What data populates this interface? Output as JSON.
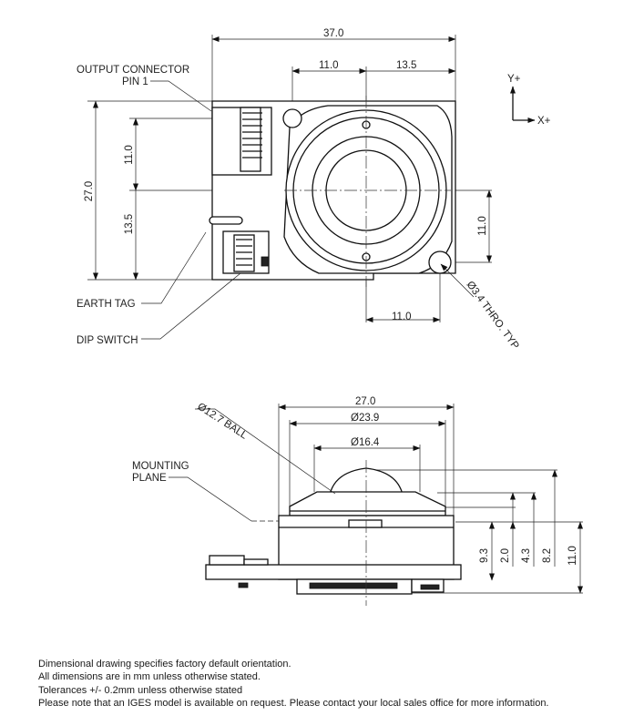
{
  "top_view": {
    "dims": {
      "overall_width": "37.0",
      "left_to_center": "11.0",
      "center_to_right": "13.5",
      "overall_height": "27.0",
      "top_to_center": "11.0",
      "center_to_bottom": "13.5",
      "hole_to_center_v": "11.0",
      "hole_to_center_h": "11.0"
    },
    "labels": {
      "output_connector_line1": "OUTPUT CONNECTOR",
      "output_connector_line2": "PIN 1",
      "earth_tag": "EARTH TAG",
      "dip_switch": "DIP SWITCH",
      "hole_callout": "Ø3.4 THRO. TYP"
    },
    "axes": {
      "y": "Y+",
      "x": "X+"
    }
  },
  "side_view": {
    "dims": {
      "width": "27.0",
      "bezel_dia": "Ø23.9",
      "opening_dia": "Ø16.4",
      "h1": "9.3",
      "h2": "2.0",
      "h3": "4.3",
      "h4": "8.2",
      "h5": "11.0"
    },
    "labels": {
      "ball": "Ø12.7 BALL",
      "mounting_line1": "MOUNTING",
      "mounting_line2": "PLANE"
    }
  },
  "notes": [
    "Dimensional drawing specifies factory default orientation.",
    "All dimensions are in mm unless otherwise stated.",
    "Tolerances +/- 0.2mm unless otherwise stated",
    "Please note that an IGES model is available on request. Please contact your local sales office for more information."
  ]
}
